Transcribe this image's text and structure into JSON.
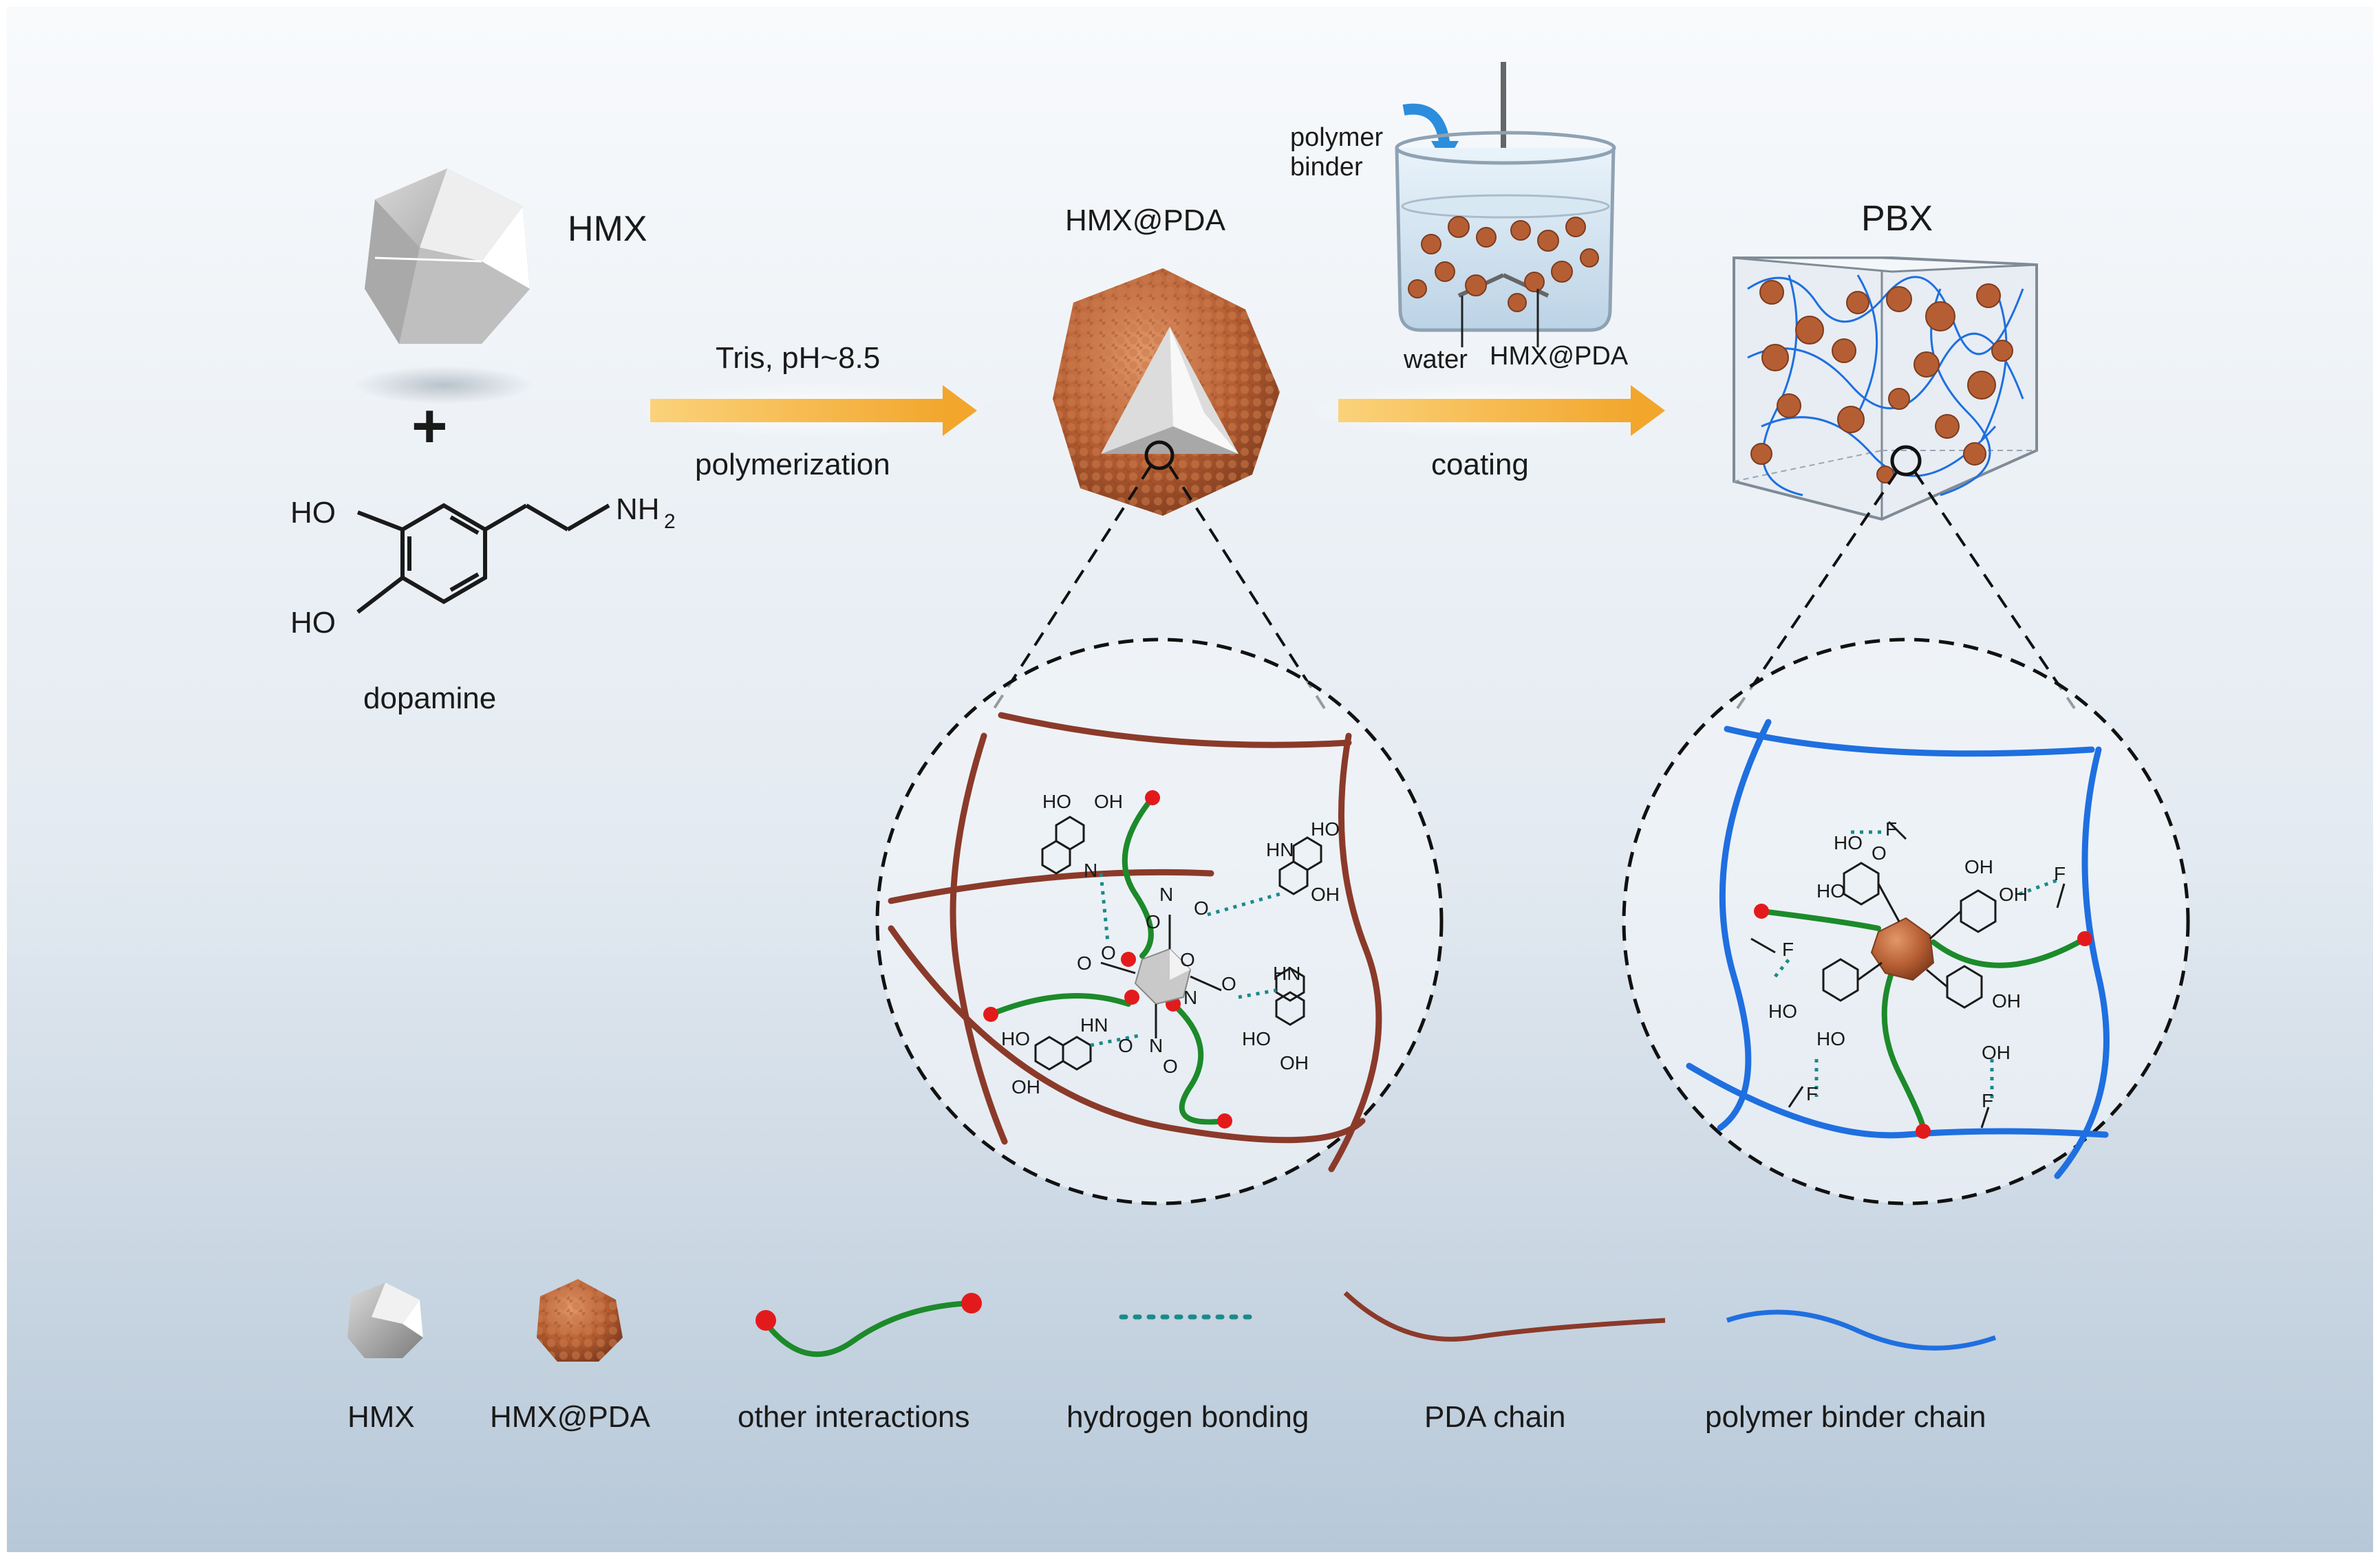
{
  "labels": {
    "hmx": "HMX",
    "plus": "+",
    "dopamine": "dopamine",
    "dopamine_ho_top": "HO",
    "dopamine_ho_bottom": "HO",
    "dopamine_nh2": "NH",
    "dopamine_nh2_sub": "2",
    "step1_top": "Tris, pH~8.5",
    "step1_bottom": "polymerization",
    "hmx_pda": "HMX@PDA",
    "polymer": "polymer",
    "binder": "binder",
    "water": "water",
    "beaker_hmx_pda": "HMX@PDA",
    "step2_bottom": "coating",
    "pbx": "PBX"
  },
  "chem_labels": {
    "oh": "OH",
    "ho": "HO",
    "o": "O",
    "n": "N",
    "hn": "HN",
    "f": "F"
  },
  "legend": [
    {
      "key": "hmx",
      "label": "HMX"
    },
    {
      "key": "hmx_pda",
      "label": "HMX@PDA"
    },
    {
      "key": "other",
      "label": "other interactions"
    },
    {
      "key": "hbond",
      "label": "hydrogen bonding"
    },
    {
      "key": "pda",
      "label": "PDA chain"
    },
    {
      "key": "binder",
      "label": "polymer binder chain"
    }
  ],
  "colors": {
    "background_top": "#f7f9fb",
    "background_bottom": "#b9cad9",
    "arrow": "#f5b942",
    "pda_chain": "#8b3a2a",
    "binder_chain": "#1f6fe0",
    "other_interaction": "#1c8a2a",
    "contact_point": "#e31a1c",
    "hydrogen_bond": "#1a8a8a",
    "hmx_crystal": "#c9c9c9",
    "hmx_pda_crystal": "#b8653a"
  }
}
